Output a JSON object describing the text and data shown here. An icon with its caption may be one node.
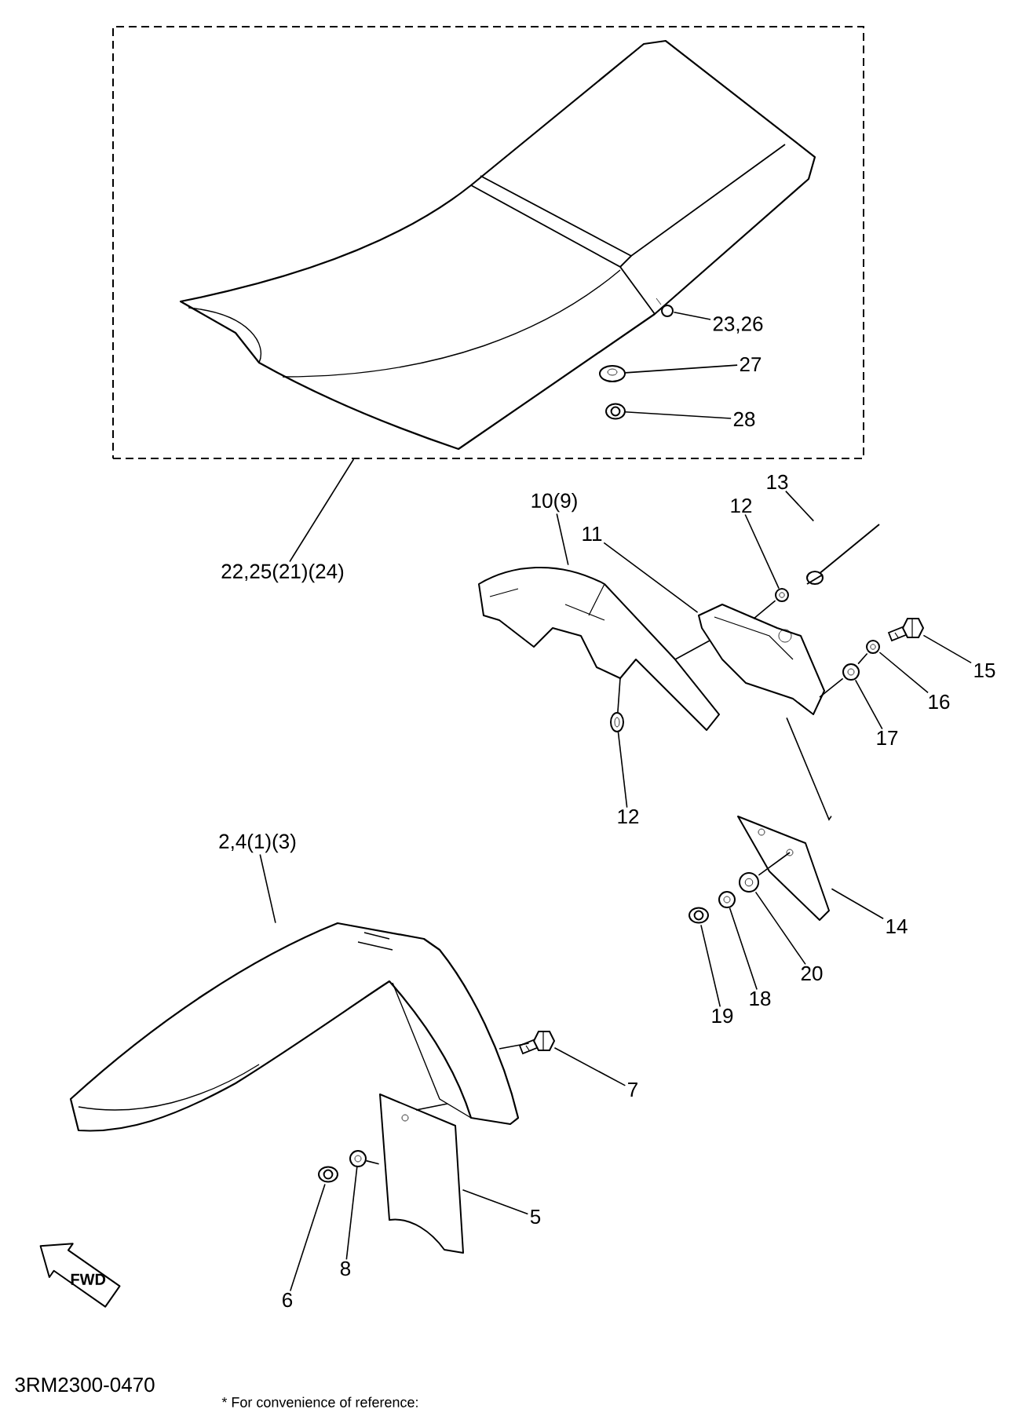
{
  "diagram": {
    "nodes": [
      {
        "text": [],
        "shape": "box"
      },
      {
        "text": [],
        "shape": "picture",
        "in": 0
      },
      {
        "text": [],
        "shape": "picture",
        "in": 0
      },
      {
        "text": [],
        "shape": "picture",
        "in": 0
      },
      {
        "text": [],
        "shape": "picture",
        "in": 0
      },
      {
        "text": [
          "23,26"
        ],
        "in": 0
      },
      {
        "text": [
          "27"
        ],
        "in": 0
      },
      {
        "text": [
          "28"
        ],
        "in": 0
      },
      {
        "text": [
          "22,25(21)(24)"
        ]
      },
      {
        "text": [
          "10(9)"
        ]
      },
      {
        "text": [],
        "shape": "picture"
      },
      {
        "text": [
          "11"
        ]
      },
      {
        "text": [],
        "shape": "picture"
      },
      {
        "text": [
          "12"
        ]
      },
      {
        "text": [],
        "shape": "picture"
      },
      {
        "text": [
          "13"
        ]
      },
      {
        "text": [],
        "shape": "picture"
      },
      {
        "text": [
          "15"
        ]
      },
      {
        "text": [],
        "shape": "bolt"
      },
      {
        "text": [
          "16"
        ]
      },
      {
        "text": [],
        "shape": "picture"
      },
      {
        "text": [
          "17"
        ]
      },
      {
        "text": [],
        "shape": "picture"
      },
      {
        "text": [
          "12"
        ]
      },
      {
        "text": [],
        "shape": "picture"
      },
      {
        "text": [
          "14"
        ]
      },
      {
        "text": [],
        "shape": "picture"
      },
      {
        "text": [
          "20"
        ]
      },
      {
        "text": [],
        "shape": "picture"
      },
      {
        "text": [
          "18"
        ]
      },
      {
        "text": [],
        "shape": "picture"
      },
      {
        "text": [
          "19"
        ]
      },
      {
        "text": [],
        "shape": "picture"
      },
      {
        "text": [
          "2,4(1)(3)"
        ]
      },
      {
        "text": [],
        "shape": "picture"
      },
      {
        "text": [
          "7"
        ]
      },
      {
        "text": [],
        "shape": "bolt"
      },
      {
        "text": [
          "5"
        ]
      },
      {
        "text": [],
        "shape": "picture"
      },
      {
        "text": [
          "6"
        ]
      },
      {
        "text": [],
        "shape": "picture"
      },
      {
        "text": [
          "8"
        ]
      },
      {
        "text": [],
        "shape": "picture"
      }
    ],
    "edges": [
      {
        "from": 5,
        "to": 2,
        "arrow": "none"
      },
      {
        "from": 6,
        "to": 3,
        "arrow": "none"
      },
      {
        "from": 7,
        "to": 4,
        "arrow": "none"
      },
      {
        "from": 8,
        "to": 0,
        "arrow": "none"
      },
      {
        "from": 9,
        "to": 10,
        "arrow": "none"
      },
      {
        "from": 11,
        "to": 12,
        "arrow": "none"
      },
      {
        "from": 13,
        "to": 14,
        "arrow": "none"
      },
      {
        "from": 15,
        "to": 16,
        "arrow": "none"
      },
      {
        "from": 17,
        "to": 18,
        "arrow": "none"
      },
      {
        "from": 19,
        "to": 20,
        "arrow": "none"
      },
      {
        "from": 21,
        "to": 22,
        "arrow": "none"
      },
      {
        "from": 23,
        "to": 24,
        "arrow": "none"
      },
      {
        "from": 25,
        "to": 26,
        "arrow": "none"
      },
      {
        "from": 27,
        "to": 28,
        "arrow": "none"
      },
      {
        "from": 29,
        "to": 30,
        "arrow": "none"
      },
      {
        "from": 31,
        "to": 32,
        "arrow": "none"
      },
      {
        "from": 33,
        "to": 34,
        "arrow": "none"
      },
      {
        "from": 35,
        "to": 36,
        "arrow": "none"
      },
      {
        "from": 37,
        "to": 38,
        "arrow": "none"
      },
      {
        "from": 39,
        "to": 40,
        "arrow": "none"
      },
      {
        "from": 41,
        "to": 42,
        "arrow": "none"
      },
      {
        "from": 10,
        "to": 12,
        "arrow": "none"
      },
      {
        "from": 24,
        "to": 10,
        "arrow": "none"
      },
      {
        "from": 14,
        "to": 12,
        "arrow": "none"
      },
      {
        "from": 22,
        "to": 12,
        "arrow": "none"
      },
      {
        "from": 20,
        "to": 22,
        "arrow": "none"
      },
      {
        "from": 12,
        "to": 26,
        "arrow": "none"
      },
      {
        "from": 28,
        "to": 26,
        "arrow": "none"
      },
      {
        "from": 42,
        "to": 38,
        "arrow": "none"
      },
      {
        "from": 38,
        "to": 34,
        "arrow": "none"
      },
      {
        "from": 36,
        "to": 34,
        "arrow": "none"
      }
    ],
    "labels": [
      "FWD",
      "3RM2300-0470",
      "* For convenience of reference:"
    ]
  }
}
